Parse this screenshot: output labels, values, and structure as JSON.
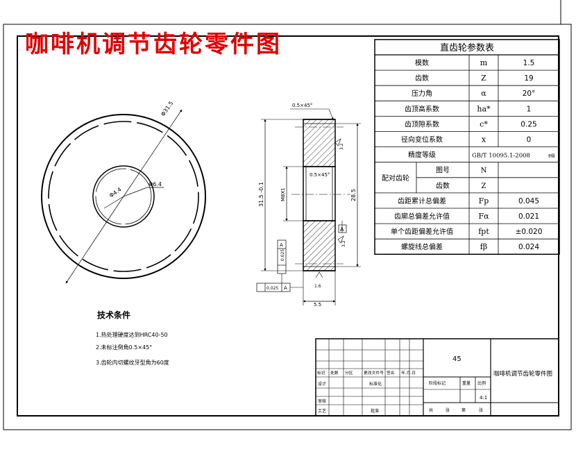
{
  "title": "咖啡机调节齿轮零件图",
  "param_table": {
    "heading": "直齿轮参数表",
    "rows": [
      {
        "label": "模数",
        "symbol": "m",
        "value": "1.5"
      },
      {
        "label": "齿数",
        "symbol": "Z",
        "value": "19"
      },
      {
        "label": "压力角",
        "symbol": "α",
        "value": "20°"
      },
      {
        "label": "齿顶高系数",
        "symbol": "ha*",
        "value": "1"
      },
      {
        "label": "齿顶隙系数",
        "symbol": "c*",
        "value": "0.25"
      },
      {
        "label": "径向变位系数",
        "symbol": "x",
        "value": "0"
      },
      {
        "label": "精度等级",
        "symbol": "GB/T 10095.1-2008",
        "value": "8级"
      },
      {
        "label": "配对齿轮",
        "sub": [
          {
            "label": "图号",
            "symbol": "N",
            "value": ""
          },
          {
            "label": "齿数",
            "symbol": "Z",
            "value": ""
          }
        ]
      },
      {
        "label": "齿距累计总偏差",
        "symbol": "Fp",
        "value": "0.045"
      },
      {
        "label": "齿廓总偏差允许值",
        "symbol": "Fα",
        "value": "0.021"
      },
      {
        "label": "单个齿距偏差允许值",
        "symbol": "fpt",
        "value": "±0.020"
      },
      {
        "label": "螺旋线总偏差",
        "symbol": "fβ",
        "value": "0.024"
      }
    ]
  },
  "tech": {
    "heading": "技术条件",
    "items": [
      "1.热处理硬度达到HRC40-50",
      "2.未标注倒角0.5×45°",
      "3.齿轮内切螺纹牙型角为60度"
    ]
  },
  "front_view": {
    "dims": [
      "Φ31.5",
      "Φ6.4",
      "Φ4.4"
    ]
  },
  "side_view": {
    "dims": {
      "top_chamfer": "0.5×45°",
      "inner_chamfer": "0.5×45°",
      "outer_dia": "31.5 -0.1",
      "bore": "M8X1",
      "mid_dia": "28.5",
      "face_width": "5.5",
      "roughness_a": "3.2",
      "roughness_b": "3.2",
      "roughness_c": "1.6",
      "datum": "A",
      "runout_tol": "0.025",
      "perp_tol": "0.025"
    }
  },
  "title_block": {
    "material": "45",
    "drawing_name": "咖啡机调节齿轮零件图",
    "scale": "4:1",
    "header_labels": [
      "标记",
      "处数",
      "分区",
      "更改文件号",
      "签名",
      "年.月.日"
    ],
    "left_labels": [
      "设计",
      "标准化",
      "审核",
      "工艺",
      "批准"
    ],
    "mid_labels": [
      "阶段标记",
      "重量",
      "比例"
    ],
    "sheet": [
      "共",
      "张",
      "第",
      "张"
    ]
  }
}
